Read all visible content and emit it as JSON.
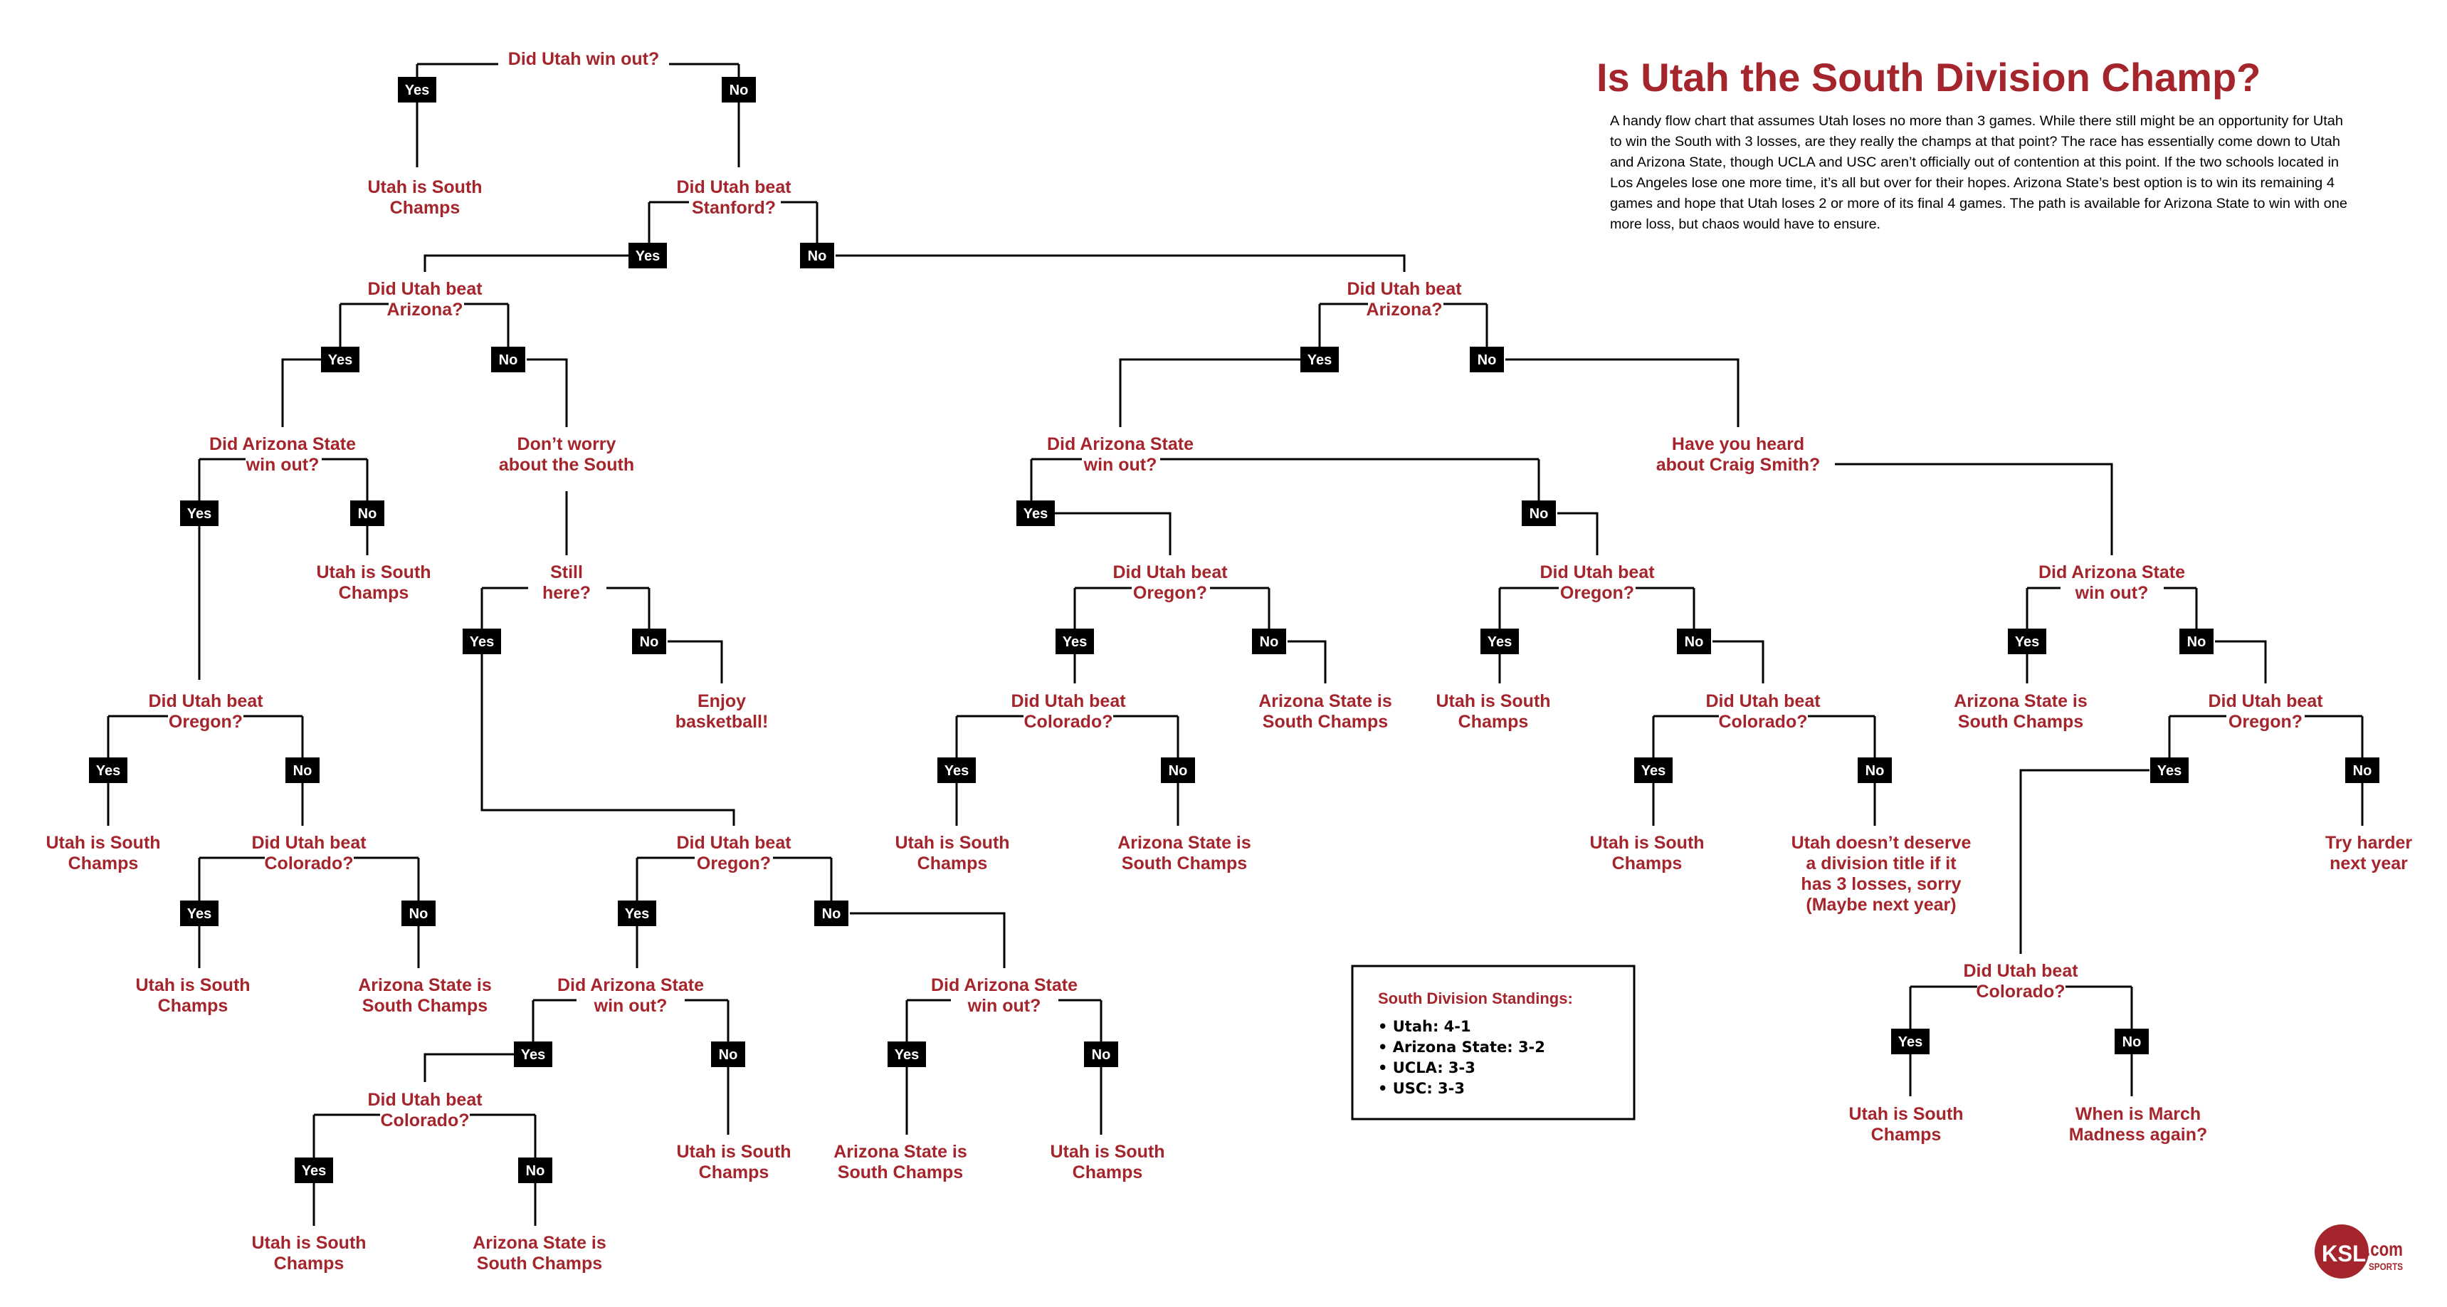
{
  "header": {
    "title": "Is Utah the South Division Champ?",
    "intro_lines": [
      "A handy flow chart that assumes Utah loses no more than 3 games. While there still might be an opportunity for Utah",
      "to win the South with 3 losses, are they really the champs at that point? The race has essentially come down to Utah",
      "and Arizona State, though UCLA and USC aren’t officially out of contention at this point. If the two schools located in",
      "Los Angeles lose one more time, it’s all but over for their hopes. Arizona State’s best option is to win its remaining 4",
      "games and hope that Utah loses 2 or more of its final 4 games. The path is available for Arizona State to win with one",
      "more loss, but chaos would have to ensure."
    ]
  },
  "labels": {
    "yes": "Yes",
    "no": "No"
  },
  "standings": {
    "title": "South Division Standings:",
    "items": [
      "• Utah: 4-1",
      "• Arizona State: 3-2",
      "• UCLA: 3-3",
      "• USC: 3-3"
    ]
  },
  "logo": {
    "main": "KSL",
    "suffix": ".com",
    "sub": "SPORTS"
  },
  "colors": {
    "accent": "#a4262c",
    "box": "#000000",
    "background": "#ffffff"
  },
  "nodes": [
    {
      "type": "question",
      "lines": [
        "Did Utah win out?"
      ]
    },
    {
      "type": "outcome",
      "lines": [
        "Utah is South",
        "Champs"
      ]
    },
    {
      "type": "question",
      "lines": [
        "Did Utah beat",
        "Stanford?"
      ]
    },
    {
      "type": "question",
      "lines": [
        "Did Utah beat",
        "Arizona?"
      ]
    },
    {
      "type": "question",
      "lines": [
        "Did Utah beat",
        "Arizona?"
      ]
    },
    {
      "type": "question",
      "lines": [
        "Did Arizona State",
        "win out?"
      ]
    },
    {
      "type": "outcome",
      "lines": [
        "Don’t worry",
        "about the South"
      ]
    },
    {
      "type": "question",
      "lines": [
        "Did Arizona State",
        "win out?"
      ]
    },
    {
      "type": "question",
      "lines": [
        "Have you heard",
        "about Craig Smith?"
      ]
    },
    {
      "type": "outcome",
      "lines": [
        "Utah is South",
        "Champs"
      ]
    },
    {
      "type": "question",
      "lines": [
        "Still",
        "here?"
      ]
    },
    {
      "type": "question",
      "lines": [
        "Did Utah beat",
        "Oregon?"
      ]
    },
    {
      "type": "question",
      "lines": [
        "Did Utah beat",
        "Oregon?"
      ]
    },
    {
      "type": "question",
      "lines": [
        "Did Arizona State",
        "win out?"
      ]
    },
    {
      "type": "question",
      "lines": [
        "Did Utah beat",
        "Oregon?"
      ]
    },
    {
      "type": "outcome",
      "lines": [
        "Enjoy",
        "basketball!"
      ]
    },
    {
      "type": "question",
      "lines": [
        "Did Utah beat",
        "Colorado?"
      ]
    },
    {
      "type": "outcome",
      "lines": [
        "Arizona State is",
        "South Champs"
      ]
    },
    {
      "type": "outcome",
      "lines": [
        "Utah is South",
        "Champs"
      ]
    },
    {
      "type": "question",
      "lines": [
        "Did Utah beat",
        "Colorado?"
      ]
    },
    {
      "type": "outcome",
      "lines": [
        "Arizona State is",
        "South Champs"
      ]
    },
    {
      "type": "question",
      "lines": [
        "Did Utah beat",
        "Oregon?"
      ]
    },
    {
      "type": "outcome",
      "lines": [
        "Utah is South",
        "Champs"
      ]
    },
    {
      "type": "question",
      "lines": [
        "Did Utah beat",
        "Colorado?"
      ]
    },
    {
      "type": "question",
      "lines": [
        "Did Utah beat",
        "Oregon?"
      ]
    },
    {
      "type": "outcome",
      "lines": [
        "Utah is South",
        "Champs"
      ]
    },
    {
      "type": "outcome",
      "lines": [
        "Arizona State is",
        "South Champs"
      ]
    },
    {
      "type": "outcome",
      "lines": [
        "Utah is South",
        "Champs"
      ]
    },
    {
      "type": "outcome",
      "lines": [
        "Utah doesn’t deserve",
        "a division title if it",
        "has 3 losses, sorry",
        "(Maybe next year)"
      ]
    },
    {
      "type": "outcome",
      "lines": [
        "Try harder",
        "next year"
      ]
    },
    {
      "type": "outcome",
      "lines": [
        "Utah is South",
        "Champs"
      ]
    },
    {
      "type": "outcome",
      "lines": [
        "Arizona State is",
        "South Champs"
      ]
    },
    {
      "type": "question",
      "lines": [
        "Did Arizona State",
        "win out?"
      ]
    },
    {
      "type": "question",
      "lines": [
        "Did Arizona State",
        "win out?"
      ]
    },
    {
      "type": "question",
      "lines": [
        "Did Utah beat",
        "Colorado?"
      ]
    },
    {
      "type": "question",
      "lines": [
        "Did Utah beat",
        "Colorado?"
      ]
    },
    {
      "type": "outcome",
      "lines": [
        "Utah is South",
        "Champs"
      ]
    },
    {
      "type": "outcome",
      "lines": [
        "Arizona State is",
        "South Champs"
      ]
    },
    {
      "type": "outcome",
      "lines": [
        "Utah is South",
        "Champs"
      ]
    },
    {
      "type": "outcome",
      "lines": [
        "Utah is South",
        "Champs"
      ]
    },
    {
      "type": "outcome",
      "lines": [
        "When is March",
        "Madness again?"
      ]
    },
    {
      "type": "outcome",
      "lines": [
        "Utah is South",
        "Champs"
      ]
    },
    {
      "type": "outcome",
      "lines": [
        "Arizona State is",
        "South Champs"
      ]
    }
  ]
}
